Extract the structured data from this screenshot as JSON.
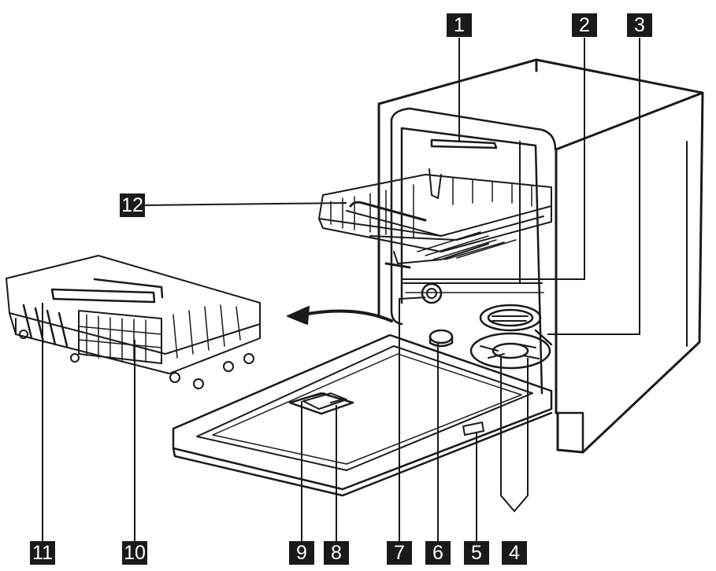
{
  "callouts": {
    "c1": "1",
    "c2": "2",
    "c3": "3",
    "c4": "4",
    "c5": "5",
    "c6": "6",
    "c7": "7",
    "c8": "8",
    "c9": "9",
    "c10": "10",
    "c11": "11",
    "c12": "12"
  },
  "colors": {
    "line": "#1a1a1a",
    "label_bg": "#1a1a1a",
    "label_text": "#ffffff",
    "background": "#ffffff"
  }
}
